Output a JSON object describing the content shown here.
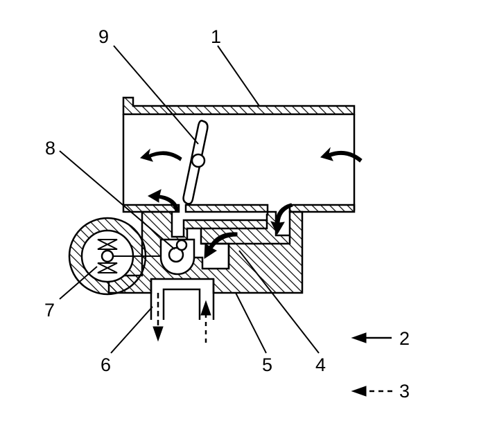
{
  "callouts": {
    "c1": "1",
    "c2": "2",
    "c3": "3",
    "c4": "4",
    "c5": "5",
    "c6": "6",
    "c7": "7",
    "c8": "8",
    "c9": "9"
  },
  "colors": {
    "ink": "#000000",
    "background": "#ffffff"
  }
}
